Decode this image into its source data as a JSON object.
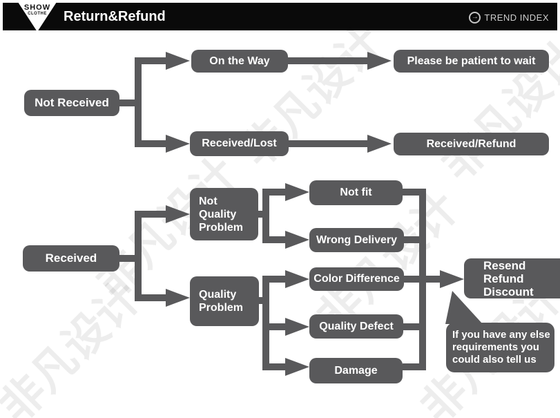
{
  "header": {
    "logo_line1": "SHOW",
    "logo_line2": "CLOTHE",
    "title": "Return&Refund",
    "right_label": "TREND INDEX",
    "right_icon": "arrow-circle-icon",
    "icon_glyph": "→"
  },
  "colors": {
    "node_gray": "#59595b",
    "header_black": "#0a0a0a",
    "text_white": "#ffffff",
    "watermark_gray": "#e8e8e8"
  },
  "watermark_text": "非凡设计",
  "nodes": {
    "not_received": {
      "label": "Not Received"
    },
    "on_the_way": {
      "label": "On the Way"
    },
    "please_wait": {
      "label": "Please be patient to wait"
    },
    "received_lost": {
      "label": "Received/Lost"
    },
    "received_refund": {
      "label": "Received/Refund"
    },
    "received": {
      "label": "Received"
    },
    "not_quality_problem": {
      "label": "Not\nQuality\nProblem"
    },
    "quality_problem": {
      "label": "Quality\nProblem"
    },
    "not_fit": {
      "label": "Not fit"
    },
    "wrong_delivery": {
      "label": "Wrong Delivery"
    },
    "color_difference": {
      "label": "Color Difference"
    },
    "quality_defect": {
      "label": "Quality Defect"
    },
    "damage": {
      "label": "Damage"
    },
    "resend": {
      "label": "Resend\nRefund\nDiscount"
    },
    "note": {
      "label": "If you have any else\nrequirements you\ncould also tell us"
    }
  }
}
